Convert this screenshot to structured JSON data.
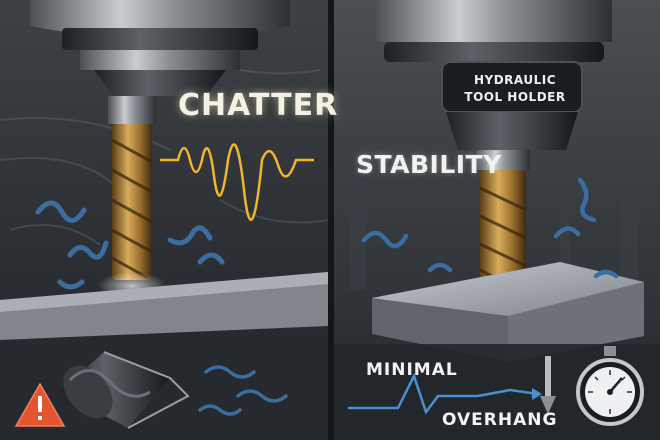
{
  "panels": {
    "left": {
      "title": "CHATTER",
      "accent_color": "#f4b42a",
      "icons": [
        "warning-icon",
        "end-mill-icon",
        "wave-icon"
      ]
    },
    "right": {
      "title": "STABILITY",
      "holder_label": [
        "HYDRAULIC",
        "TOOL HOLDER"
      ],
      "caption_top": "MINIMAL",
      "caption_bottom": "OVERHANG",
      "accent_color": "#4a8fd0",
      "icons": [
        "dial-indicator-icon",
        "wave-icon"
      ]
    }
  },
  "colors": {
    "warning": "#e2552e",
    "chip_blue": "#3b6d9e",
    "tool_gold": "#b98a3c"
  }
}
